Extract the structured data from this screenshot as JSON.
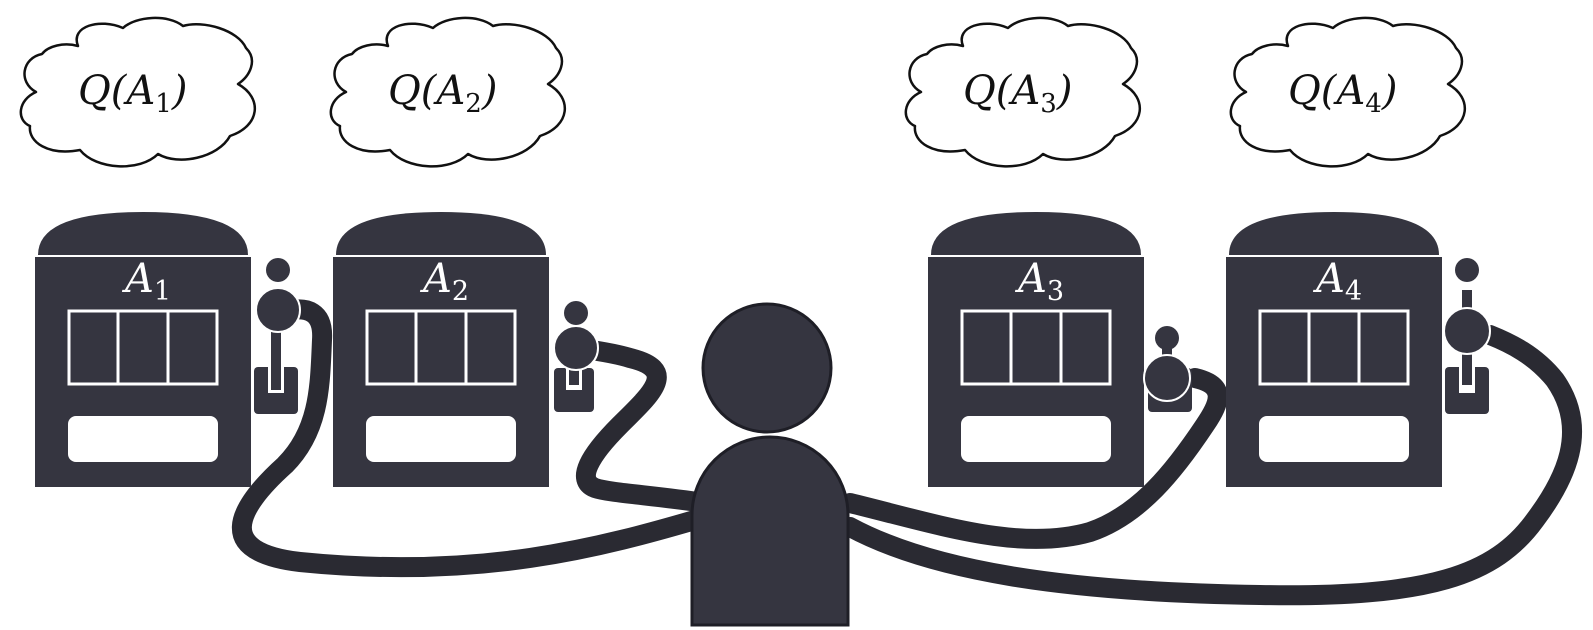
{
  "colors": {
    "machine": "#353540",
    "outline": "#1e1e26",
    "arm": "#2a2a32",
    "cloud_fill": "#ffffff",
    "cloud_stroke": "#111111",
    "background": "#ffffff"
  },
  "machines": [
    {
      "label_base": "A",
      "label_sub": "1"
    },
    {
      "label_base": "A",
      "label_sub": "2"
    },
    {
      "label_base": "A",
      "label_sub": "3"
    },
    {
      "label_base": "A",
      "label_sub": "4"
    }
  ],
  "clouds": [
    {
      "prefix": "Q(A",
      "sub": "1",
      "suffix": ")"
    },
    {
      "prefix": "Q(A",
      "sub": "2",
      "suffix": ")"
    },
    {
      "prefix": "Q(A",
      "sub": "3",
      "suffix": ")"
    },
    {
      "prefix": "Q(A",
      "sub": "4",
      "suffix": ")"
    }
  ]
}
